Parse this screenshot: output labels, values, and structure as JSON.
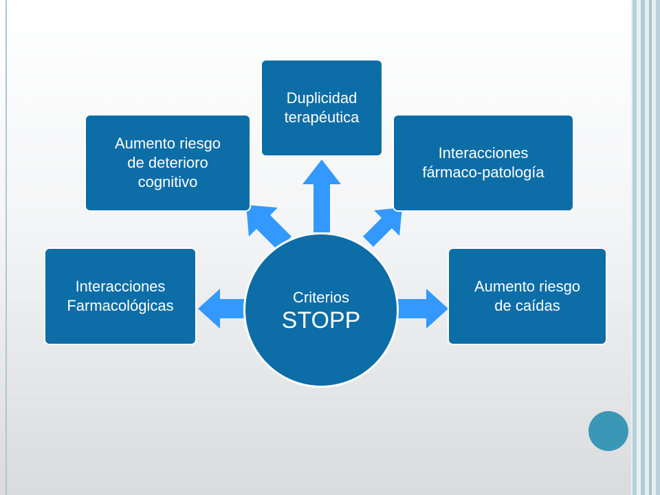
{
  "center": {
    "line1": "Criterios",
    "line2": "STOPP"
  },
  "nodes": [
    {
      "id": "duplicidad",
      "label": "Duplicidad\nterapéutica"
    },
    {
      "id": "deterioro",
      "label": "Aumento riesgo\nde deterioro\ncognitivo"
    },
    {
      "id": "farmaco-patologia",
      "label": "Interacciones\nfármaco-patología"
    },
    {
      "id": "farmacologicas",
      "label": "Interacciones\nFarmacológicas"
    },
    {
      "id": "caidas",
      "label": "Aumento riesgo\nde caídas"
    }
  ],
  "colors": {
    "node_fill": "#0d6da6",
    "arrow_fill": "#3399ff",
    "accent_circle": "#3a97b5",
    "frame": "#a9c7d3"
  }
}
